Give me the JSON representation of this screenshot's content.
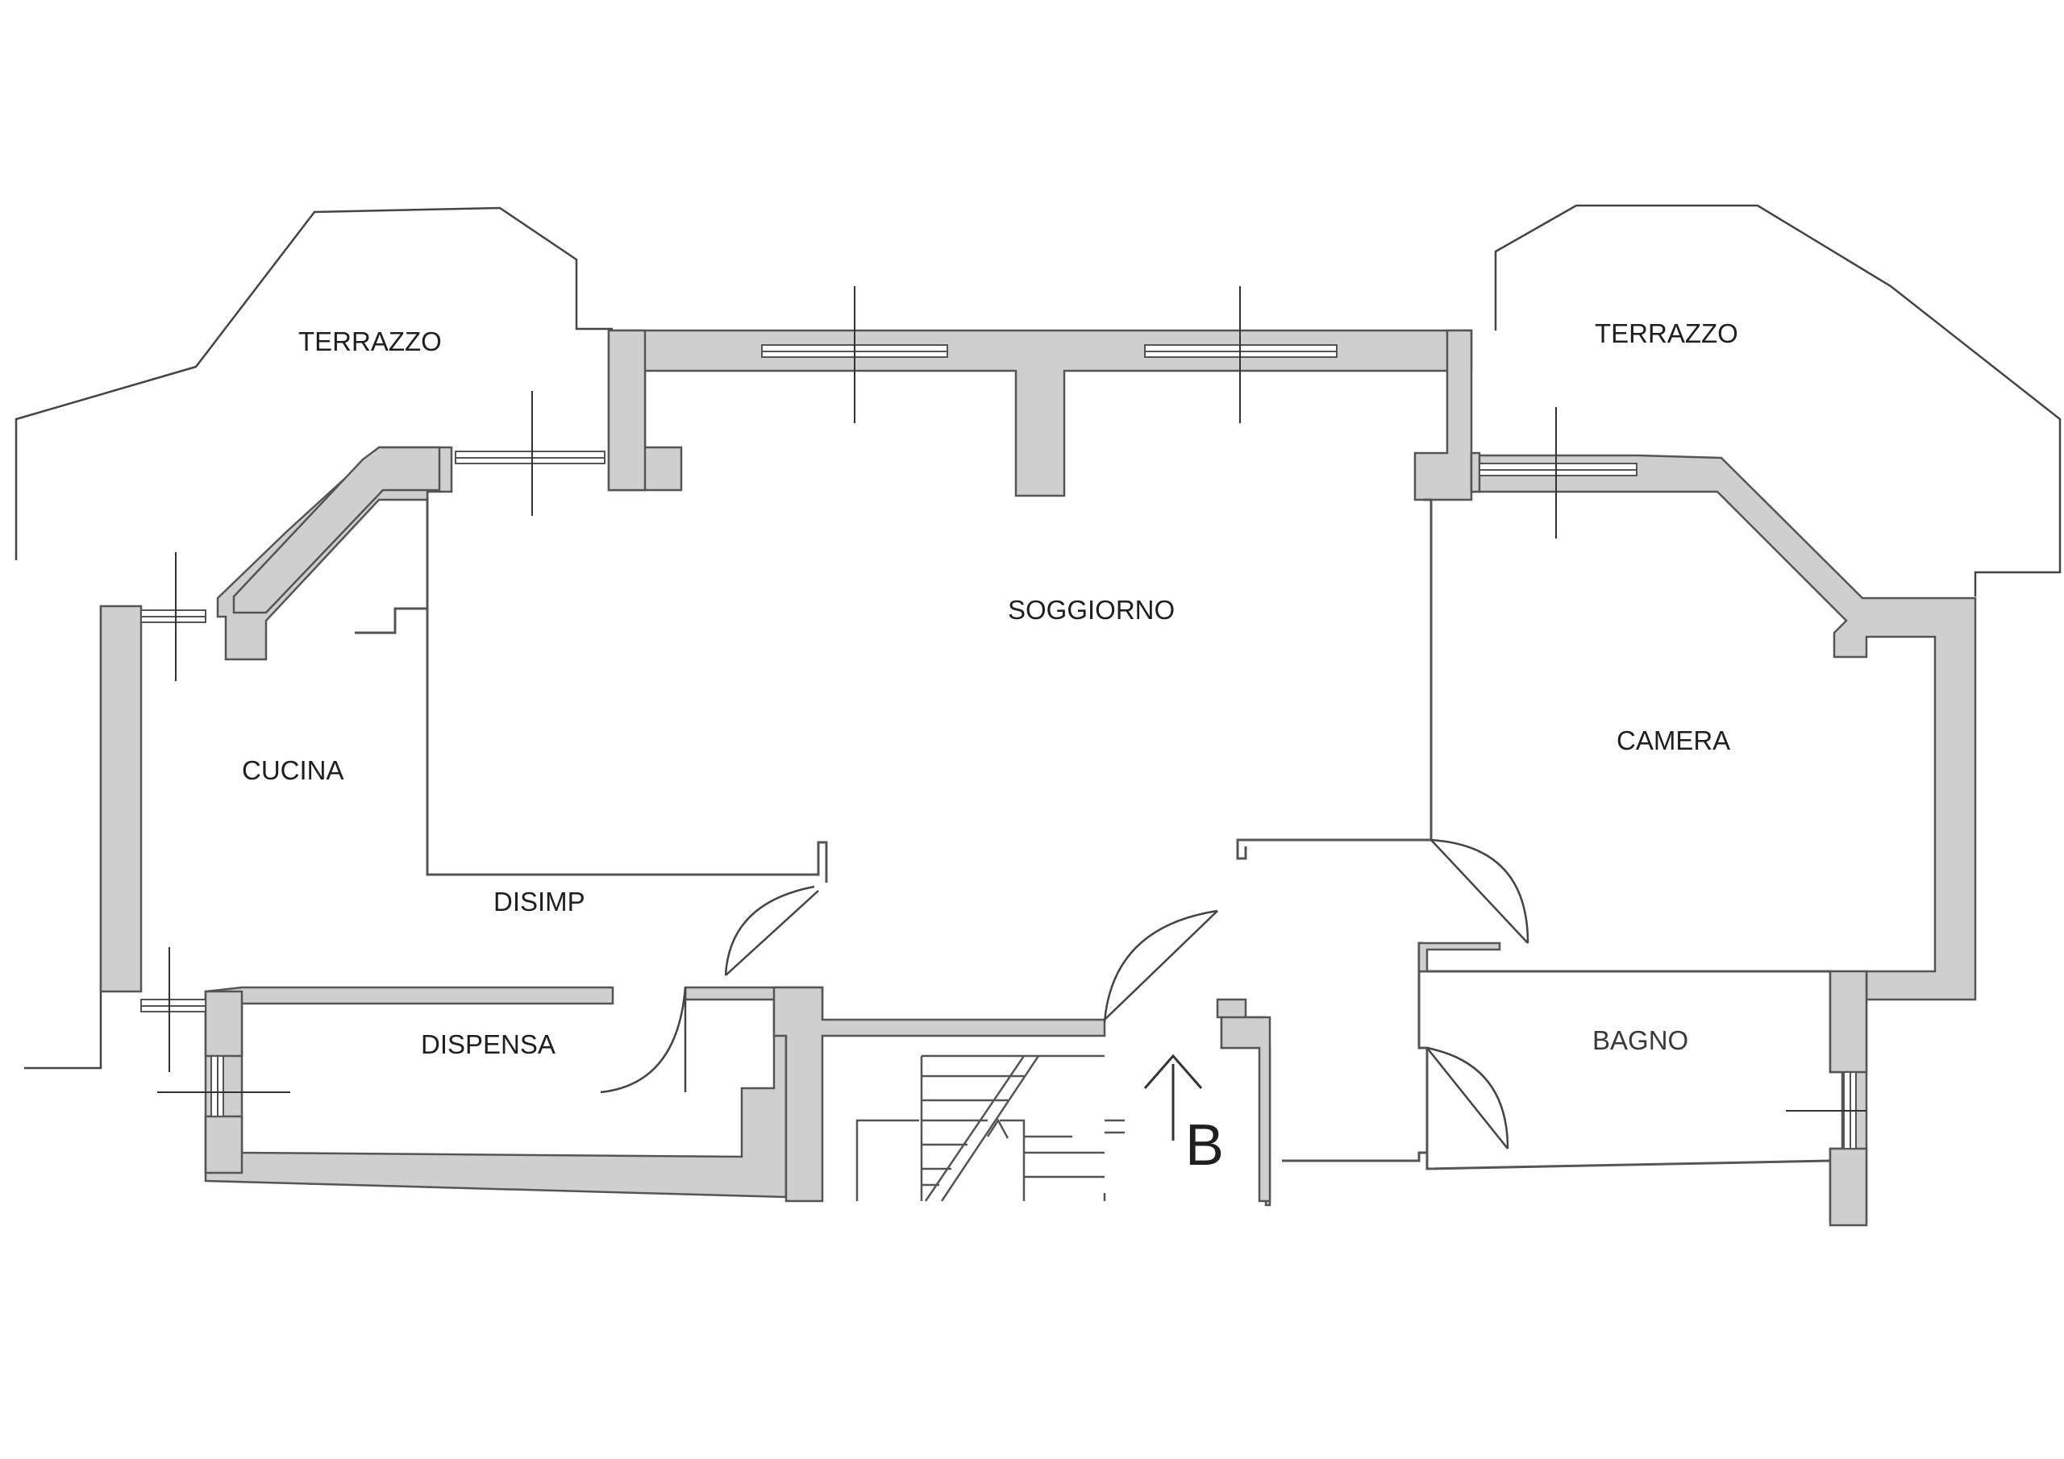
{
  "rooms": {
    "terrazzo_left": "TERRAZZO",
    "terrazzo_right": "TERRAZZO",
    "soggiorno": "SOGGIORNO",
    "cucina": "CUCINA",
    "camera": "CAMERA",
    "disimp": "DISIMP",
    "dispensa": "DISPENSA",
    "bagno": "BAGNO"
  },
  "section_marker": "B",
  "colors": {
    "wall_fill": "#cfcfcf",
    "line": "#555555",
    "background": "#ffffff"
  },
  "icons": {
    "section_arrow": "arrow-up-icon"
  }
}
